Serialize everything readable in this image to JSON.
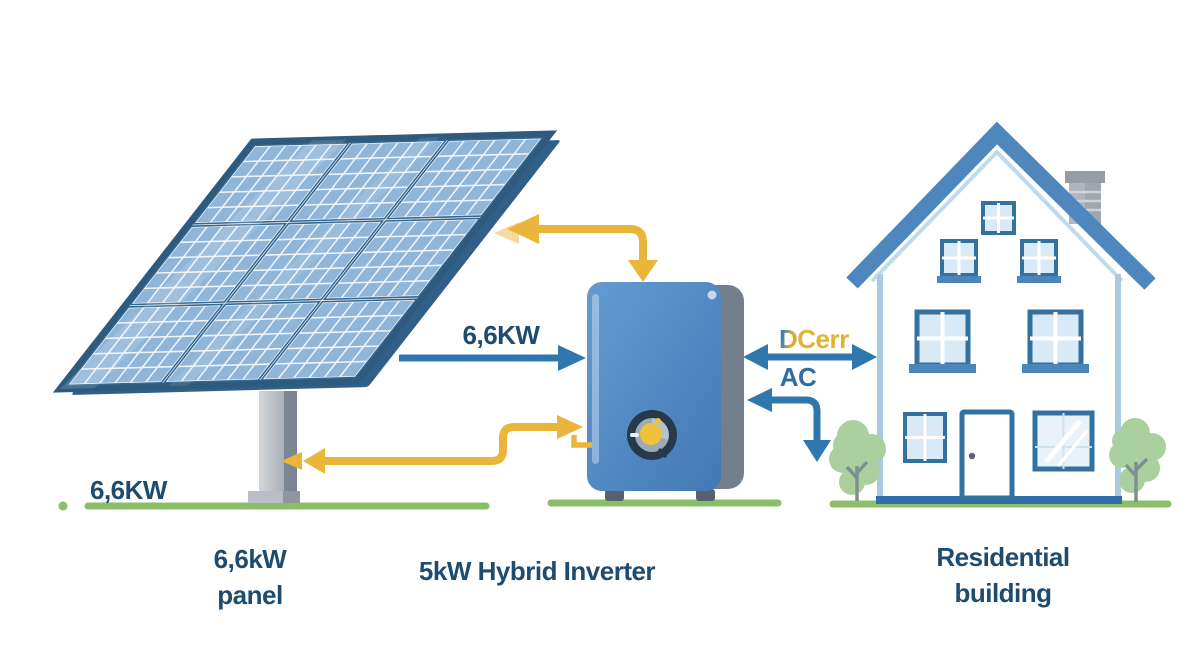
{
  "figure": {
    "type": "solar-energy-system-diagram",
    "panel": {
      "caption_line1": "6,6kW",
      "caption_line2": "panel",
      "ground_label": "6,6KW"
    },
    "inverter": {
      "caption": "5kW Hybrid Inverter"
    },
    "building": {
      "caption_line1": "Residential",
      "caption_line2": "building"
    },
    "flows": {
      "panel_to_inverter_label": "6,6KW",
      "dc_label_prefix": "D",
      "dc_label_suffix": "Cerr",
      "ac_label": "AC"
    },
    "colors": {
      "arrow_yellow": "#e9b53a",
      "arrow_blue": "#2e78ad",
      "text_navy": "#1e4b70",
      "text_yellow": "#e2b232",
      "text_blue": "#2e6da4",
      "grass_green": "#8cbd68",
      "tree_green": "#abd0a0",
      "roof_blue": "#4d87bd",
      "house_frame_blue": "#33719f",
      "wall_light_blue": "#a9cbe2",
      "window_glass": "#d9e9f5",
      "panel_cell_blue": "#8fb6d9",
      "panel_frame_blue": "#2e5a7e",
      "inverter_blue": "#4d87c4",
      "inverter_side_gray": "#747f8e",
      "pole_gray": "#b7bec5",
      "dial_yellow": "#f0c23c"
    }
  }
}
